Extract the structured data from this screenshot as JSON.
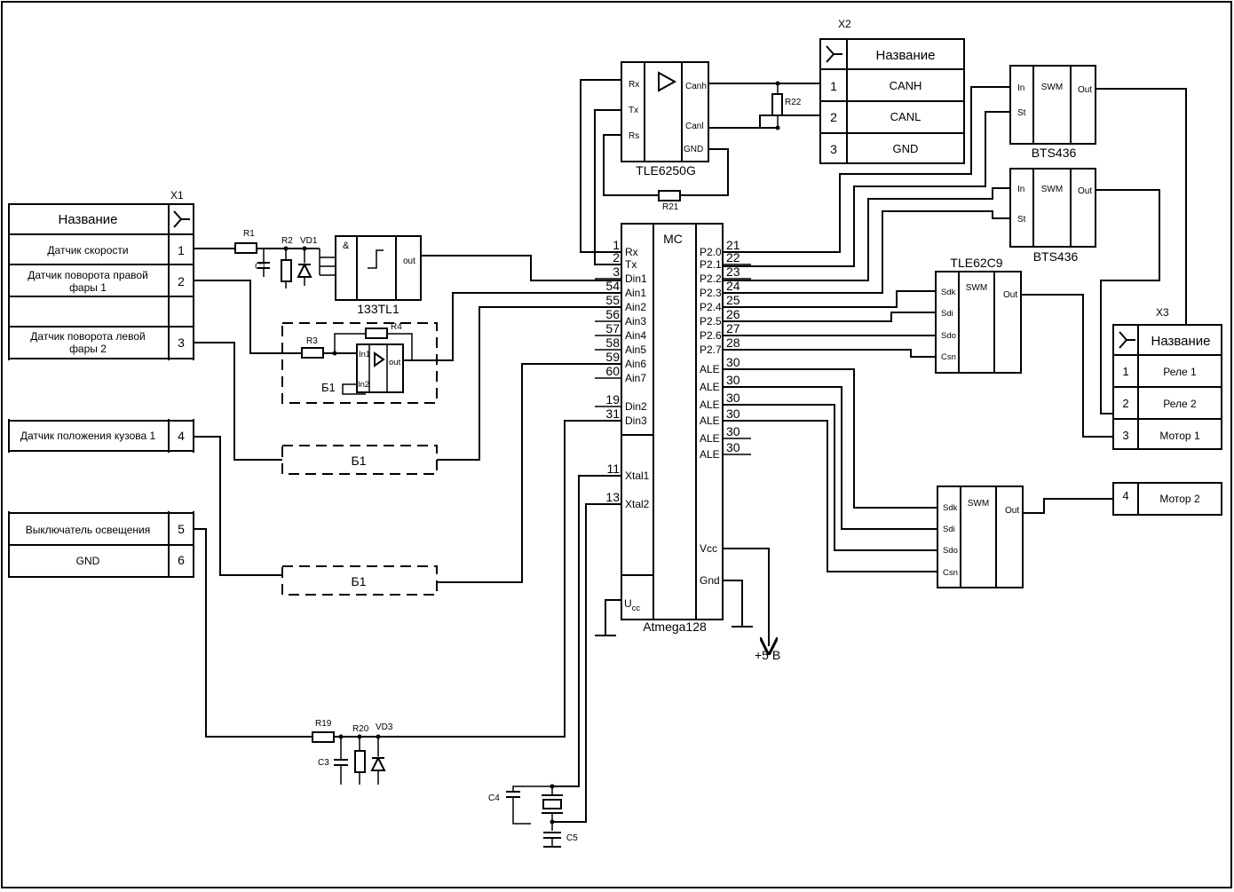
{
  "x1": {
    "ref": "X1",
    "header": "Название",
    "rows": [
      {
        "label": "Датчик скорости",
        "pin": "1"
      },
      {
        "label": "Датчик поворота правой",
        "label2": "фары 1",
        "pin": "2"
      },
      {
        "label": "Датчик поворота левой",
        "label2": "фары 2",
        "pin": "3"
      },
      {
        "label": "Датчик положения кузова 1",
        "pin": "4"
      },
      {
        "label": "Выключатель освещения",
        "pin": "5"
      },
      {
        "label": "GND",
        "pin": "6"
      }
    ]
  },
  "x2": {
    "ref": "X2",
    "header": "Название",
    "rows": [
      {
        "pin": "1",
        "label": "CANH"
      },
      {
        "pin": "2",
        "label": "CANL"
      },
      {
        "pin": "3",
        "label": "GND"
      }
    ]
  },
  "x3": {
    "ref": "X3",
    "header": "Название",
    "rows": [
      {
        "pin": "1",
        "label": "Реле 1"
      },
      {
        "pin": "2",
        "label": "Реле 2"
      },
      {
        "pin": "3",
        "label": "Мотор 1"
      },
      {
        "pin": "4",
        "label": "Мотор 2"
      }
    ]
  },
  "transceiver": {
    "name": "TLE6250G",
    "pins_left": [
      "Rx",
      "Tx",
      "Rs"
    ],
    "pins_right": [
      "Canh",
      "Canl",
      "GND"
    ]
  },
  "schmitt": {
    "name": "133TL1",
    "in_label": "&",
    "out_label": "out"
  },
  "comparator": {
    "in1": "In1",
    "in2": "In2",
    "out": "out",
    "ground_label": "Б1"
  },
  "block_b1": {
    "label": "Б1"
  },
  "mcu": {
    "name": "Atmega128",
    "title": "MC",
    "left_pins": [
      {
        "num": "1",
        "name": "Rx"
      },
      {
        "num": "2",
        "name": "Tx"
      },
      {
        "num": "3",
        "name": "Din1"
      },
      {
        "num": "54",
        "name": "Ain1"
      },
      {
        "num": "55",
        "name": "Ain2"
      },
      {
        "num": "56",
        "name": "Ain3"
      },
      {
        "num": "57",
        "name": "Ain4"
      },
      {
        "num": "58",
        "name": "Ain5"
      },
      {
        "num": "59",
        "name": "Ain6"
      },
      {
        "num": "60",
        "name": "Ain7"
      },
      {
        "num": "19",
        "name": "Din2"
      },
      {
        "num": "31",
        "name": "Din3"
      },
      {
        "num": "11",
        "name": "Xtal1"
      },
      {
        "num": "13",
        "name": "Xtal2"
      }
    ],
    "right_pins": [
      {
        "num": "21",
        "name": "P2.0"
      },
      {
        "num": "22",
        "name": "P2.1"
      },
      {
        "num": "23",
        "name": "P2.2"
      },
      {
        "num": "24",
        "name": "P2.3"
      },
      {
        "num": "25",
        "name": "P2.4"
      },
      {
        "num": "26",
        "name": "P2.5"
      },
      {
        "num": "27",
        "name": "P2.6"
      },
      {
        "num": "28",
        "name": "P2.7"
      },
      {
        "num": "30",
        "name": "ALE"
      },
      {
        "num": "30",
        "name": "ALE"
      },
      {
        "num": "30",
        "name": "ALE"
      },
      {
        "num": "30",
        "name": "ALE"
      },
      {
        "num": "30",
        "name": "ALE"
      },
      {
        "num": "30",
        "name": "ALE"
      }
    ],
    "vcc": "Vcc",
    "gnd": "Gnd",
    "ucc_main": "U",
    "ucc_sub": "cc"
  },
  "bts1": {
    "name": "BTS436",
    "pins": [
      "In",
      "St"
    ],
    "core": "SWM",
    "out": "Out"
  },
  "bts2": {
    "name": "BTS436",
    "pins": [
      "In",
      "St"
    ],
    "core": "SWM",
    "out": "Out"
  },
  "tle62c9_1": {
    "name": "TLE62C9",
    "pins": [
      "Sdk",
      "Sdi",
      "Sdo",
      "Csn"
    ],
    "core": "SWM",
    "out": "Out"
  },
  "tle62c9_2": {
    "pins": [
      "Sdk",
      "Sdi",
      "Sdo",
      "Csn"
    ],
    "core": "SWM",
    "out": "Out"
  },
  "components": {
    "r1": "R1",
    "r2": "R2",
    "vd1": "VD1",
    "c1": "C1",
    "r3": "R3",
    "r4": "R4",
    "r19": "R19",
    "r20": "R20",
    "vd3": "VD3",
    "c3": "C3",
    "c4": "C4",
    "c5": "C5",
    "r21": "R21",
    "r22": "R22"
  },
  "power_label": "+5 В"
}
